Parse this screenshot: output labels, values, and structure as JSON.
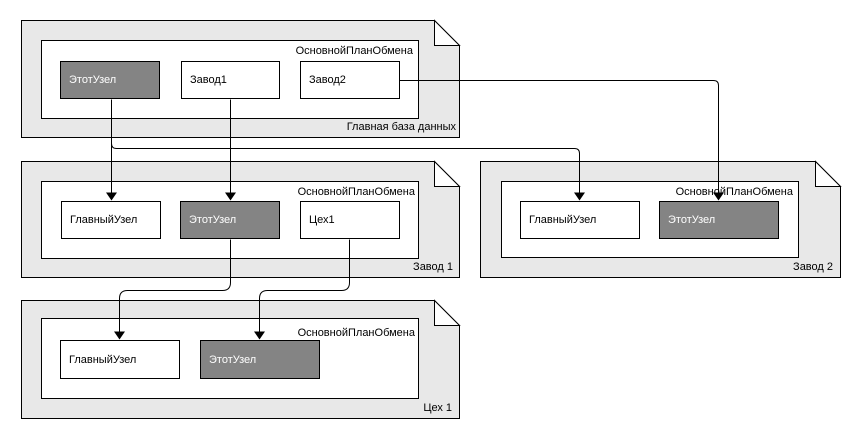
{
  "colors": {
    "document_fill": "#e8e8e8",
    "node_fill": "#ffffff",
    "current_node_fill": "#848484",
    "current_node_text": "#ffffff",
    "line_color": "#000000",
    "text_color": "#000000"
  },
  "documents": {
    "main": {
      "title": "Главная база данных",
      "plan_label": "ОсновнойПланОбмена",
      "nodes": [
        {
          "label": "ЭтотУзел",
          "current": true
        },
        {
          "label": "Завод1",
          "current": false
        },
        {
          "label": "Завод2",
          "current": false
        }
      ]
    },
    "zavod1": {
      "title": "Завод 1",
      "plan_label": "ОсновнойПланОбмена",
      "nodes": [
        {
          "label": "ГлавныйУзел",
          "current": false
        },
        {
          "label": "ЭтотУзел",
          "current": true
        },
        {
          "label": "Цех1",
          "current": false
        }
      ]
    },
    "zavod2": {
      "title": "Завод 2",
      "plan_label": "ОсновнойПланОбмена",
      "nodes": [
        {
          "label": "ГлавныйУзел",
          "current": false
        },
        {
          "label": "ЭтотУзел",
          "current": true
        }
      ]
    },
    "ceh1": {
      "title": "Цех 1",
      "plan_label": "ОсновнойПланОбмена",
      "nodes": [
        {
          "label": "ГлавныйУзел",
          "current": false
        },
        {
          "label": "ЭтотУзел",
          "current": true
        }
      ]
    }
  }
}
